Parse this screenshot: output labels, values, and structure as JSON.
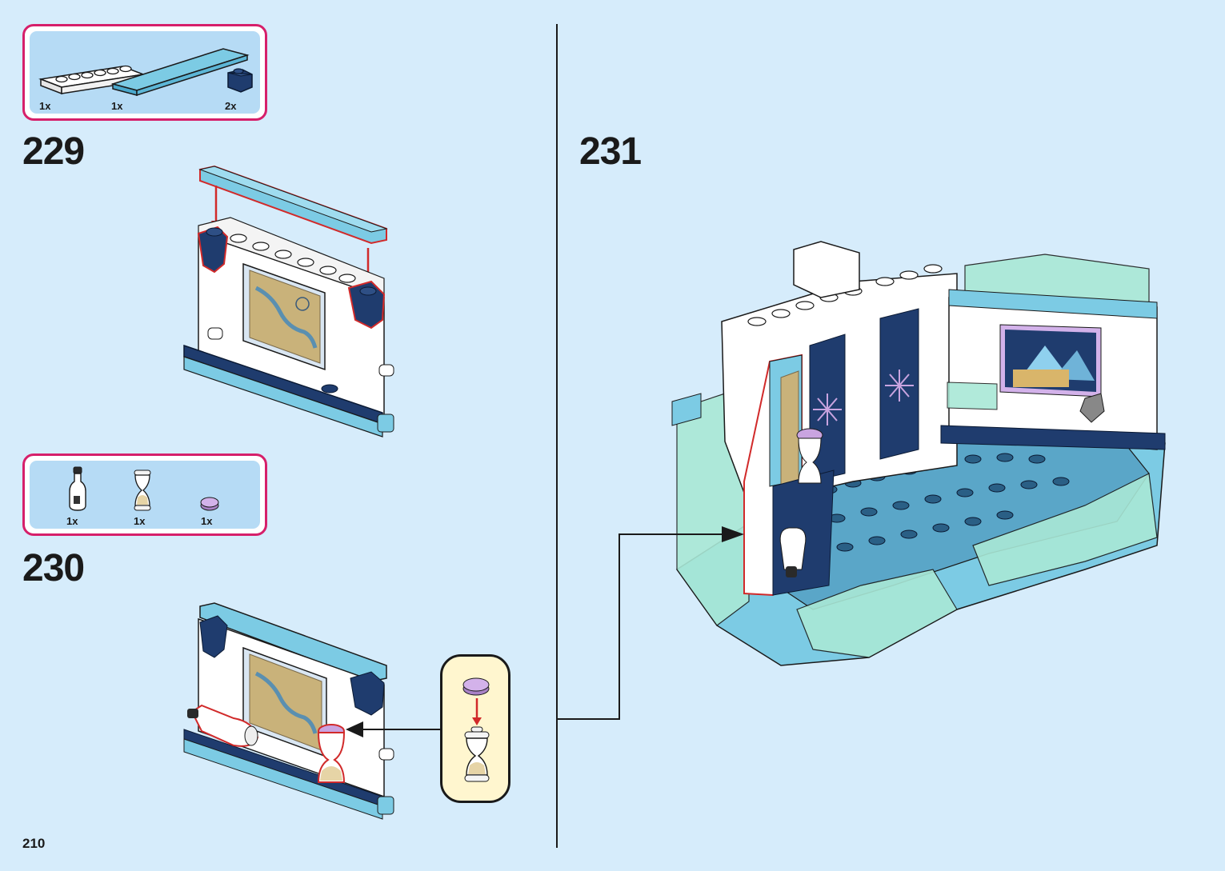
{
  "page": {
    "number": "210"
  },
  "steps": [
    {
      "number": "229",
      "parts": [
        {
          "name": "plate-1x6-white",
          "qty": "1x",
          "color": "#ffffff"
        },
        {
          "name": "tile-1x8-light-blue",
          "qty": "1x",
          "color": "#6fc3e0"
        },
        {
          "name": "slope-dark-blue",
          "qty": "2x",
          "color": "#1f3c6e"
        }
      ]
    },
    {
      "number": "230",
      "parts": [
        {
          "name": "bottle-clear",
          "qty": "1x",
          "color": "#ffffff"
        },
        {
          "name": "hourglass-clear",
          "qty": "1x",
          "color": "#f1e6c4"
        },
        {
          "name": "round-tile-lavender",
          "qty": "1x",
          "color": "#c9a4e0"
        }
      ]
    },
    {
      "number": "231"
    }
  ],
  "colors": {
    "background": "#d6ecfb",
    "parts_border": "#d61f6a",
    "callout_bg": "#fff6cf",
    "dark_blue": "#1f3c6e",
    "light_blue": "#6fc3e0",
    "trans_green": "#a9e8d6",
    "highlight_red": "#d12a2a"
  }
}
